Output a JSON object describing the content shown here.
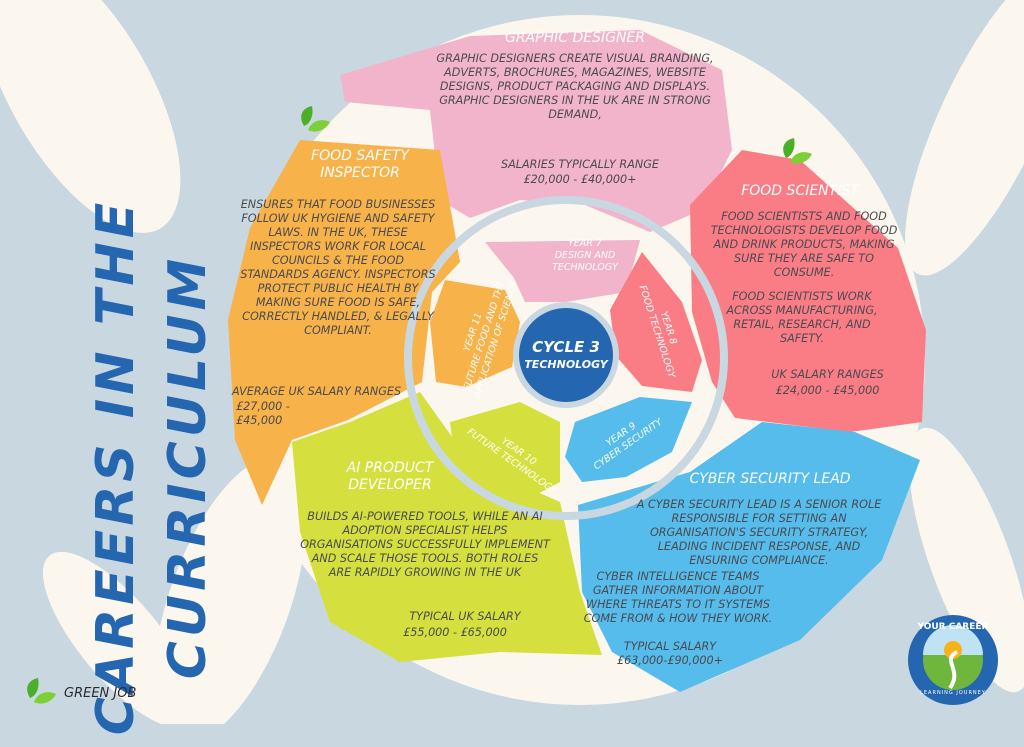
{
  "title": "CAREERS IN THE CURRICULUM",
  "center": {
    "line1": "CYCLE 3",
    "line2": "TECHNOLOGY"
  },
  "years": [
    {
      "label": "YEAR 7",
      "subject": "DESIGN AND TECHNOLOGY"
    },
    {
      "label": "YEAR 8",
      "subject": "FOOD TECHNOLOGY"
    },
    {
      "label": "YEAR 9",
      "subject": "CYBER SECURITY"
    },
    {
      "label": "YEAR 10",
      "subject": "FUTURE TECHNOLOGY"
    },
    {
      "label": "YEAR 11",
      "subject": "FUTURE FOOD AND THE APPLICATION OF SCIENCE"
    }
  ],
  "careers": {
    "graphic": {
      "title": "GRAPHIC DESIGNER",
      "desc": "GRAPHIC DESIGNERS CREATE VISUAL BRANDING, ADVERTS, BROCHURES, MAGAZINES, WEBSITE DESIGNS, PRODUCT PACKAGING AND DISPLAYS. GRAPHIC DESIGNERS IN THE UK ARE IN STRONG DEMAND,",
      "salary_label": "SALARIES TYPICALLY RANGE",
      "salary": "£20,000 - £40,000+"
    },
    "food_safety": {
      "title": "FOOD SAFETY INSPECTOR",
      "desc": "ENSURES THAT FOOD BUSINESSES FOLLOW UK HYGIENE AND SAFETY LAWS. IN THE UK, THESE INSPECTORS WORK FOR LOCAL COUNCILS & THE FOOD STANDARDS AGENCY. INSPECTORS PROTECT PUBLIC HEALTH BY MAKING SURE FOOD IS SAFE, CORRECTLY HANDLED, & LEGALLY COMPLIANT.",
      "salary_label": "AVERAGE UK SALARY RANGES",
      "salary": "£27,000 - £45,000"
    },
    "food_scientist": {
      "title": "FOOD SCIENTIST",
      "desc": "FOOD SCIENTISTS AND FOOD TECHNOLOGISTS DEVELOP FOOD AND DRINK PRODUCTS, MAKING SURE THEY ARE SAFE TO CONSUME.",
      "desc2": "FOOD SCIENTISTS WORK ACROSS MANUFACTURING, RETAIL, RESEARCH, AND SAFETY.",
      "salary_label": "UK SALARY RANGES",
      "salary": "£24,000 - £45,000"
    },
    "cyber": {
      "title": "CYBER SECURITY LEAD",
      "desc": "A CYBER SECURITY LEAD IS A SENIOR ROLE RESPONSIBLE FOR SETTING AN ORGANISATION'S SECURITY STRATEGY, LEADING INCIDENT RESPONSE, AND ENSURING COMPLIANCE.",
      "desc2": "CYBER INTELLIGENCE TEAMS GATHER INFORMATION ABOUT WHERE THREATS TO IT SYSTEMS COME FROM & HOW THEY WORK.",
      "salary_label": "TYPICAL SALARY",
      "salary": "£63,000-£90,000+"
    },
    "ai": {
      "title": "AI PRODUCT DEVELOPER",
      "desc": "BUILDS AI-POWERED TOOLS, WHILE AN AI ADOPTION SPECIALIST HELPS ORGANISATIONS SUCCESSFULLY IMPLEMENT AND SCALE THOSE TOOLS. BOTH ROLES ARE RAPIDLY GROWING IN THE UK",
      "salary_label": "TYPICAL UK SALARY",
      "salary": "£55,000 - £65,000"
    }
  },
  "legend": {
    "green_job": "GREEN JOB"
  },
  "logo": {
    "top": "YOUR CAREER",
    "bottom": "LEARNING JOURNEY"
  },
  "colors": {
    "pink": "#f2b4cb",
    "orange": "#f7b24a",
    "red": "#fa7d86",
    "blue": "#55bceb",
    "green": "#d5e03f",
    "center": "#2566b0",
    "title": "#2566b0"
  }
}
